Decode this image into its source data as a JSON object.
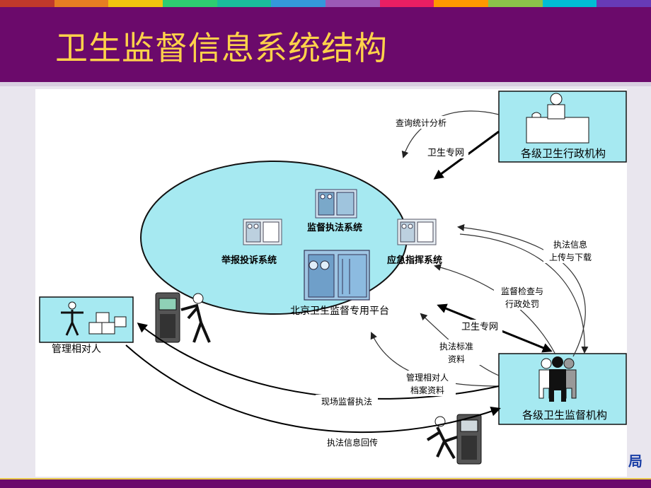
{
  "title": "卫生监督信息系统结构",
  "header_colors": {
    "bar": "#6b0a6b",
    "title": "#ffd24a"
  },
  "stripe_colors": [
    "#c0392b",
    "#e67e22",
    "#f1c40f",
    "#2ecc71",
    "#1abc9c",
    "#3498db",
    "#9b59b6",
    "#e91e63",
    "#ff9800",
    "#8bc34a",
    "#00bcd4",
    "#673ab7"
  ],
  "platform": {
    "label": "北京卫生监督专用平台",
    "systems": [
      "监督执法系统",
      "举报投诉系统",
      "应急指挥系统"
    ]
  },
  "nodes": {
    "admin_org": "各级卫生行政机构",
    "supervision_org": "各级卫生监督机构",
    "regulated": "管理相对人"
  },
  "edges": {
    "query_stats": "查询统计分析",
    "health_net_top": "卫生专网",
    "enforcement_info_line1": "执法信息",
    "enforcement_info_line2": "上传与下载",
    "inspection_line1": "监督检查与",
    "inspection_line2": "行政处罚",
    "health_net_bottom": "卫生专网",
    "standards_line1": "执法标准",
    "standards_line2": "资料",
    "archive_line1": "管理相对人",
    "archive_line2": "档案资料",
    "onsite": "现场监督执法",
    "feedback": "执法信息回传"
  },
  "corner_char": "局"
}
